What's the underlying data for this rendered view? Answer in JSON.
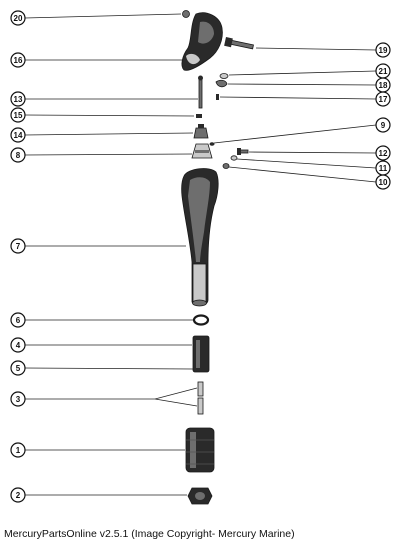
{
  "caption": "MercuryPartsOnline v2.5.1 (Image Copyright- Mercury Marine)",
  "callouts": {
    "c20": "20",
    "c16": "16",
    "c13": "13",
    "c15": "15",
    "c14": "14",
    "c8": "8",
    "c7": "7",
    "c6": "6",
    "c4": "4",
    "c5": "5",
    "c3": "3",
    "c1": "1",
    "c2": "2",
    "c19": "19",
    "c21": "21",
    "c18": "18",
    "c17": "17",
    "c9": "9",
    "c12": "12",
    "c11": "11",
    "c10": "10"
  }
}
